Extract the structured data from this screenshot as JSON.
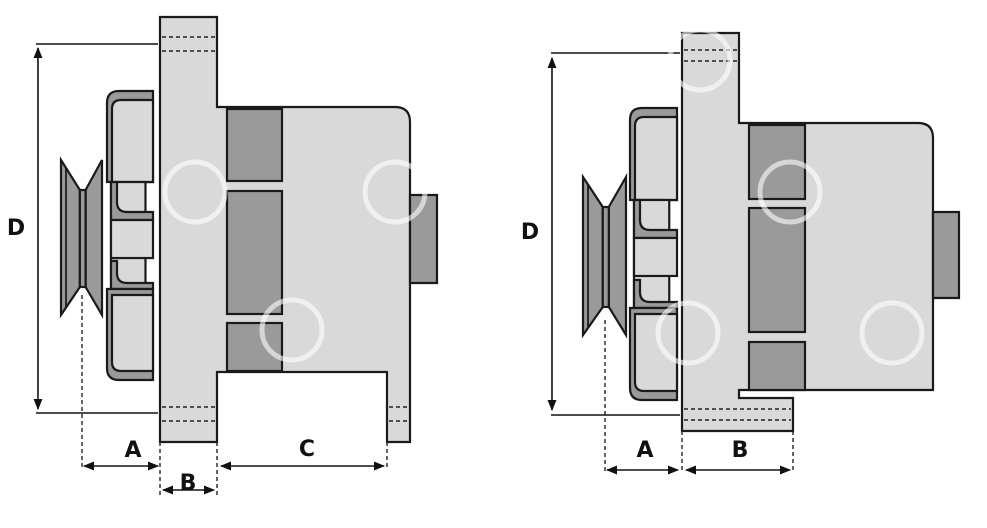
{
  "colors": {
    "body": "#d9d9d9",
    "dark_parts": "#9a9a9a",
    "outline": "#1a1a1a"
  },
  "diagrams": [
    {
      "name": "alternator-left",
      "labels": {
        "D": "D",
        "A": "A",
        "B": "B",
        "C": "C"
      }
    },
    {
      "name": "alternator-right",
      "labels": {
        "D": "D",
        "A": "A",
        "B": "B"
      }
    }
  ]
}
